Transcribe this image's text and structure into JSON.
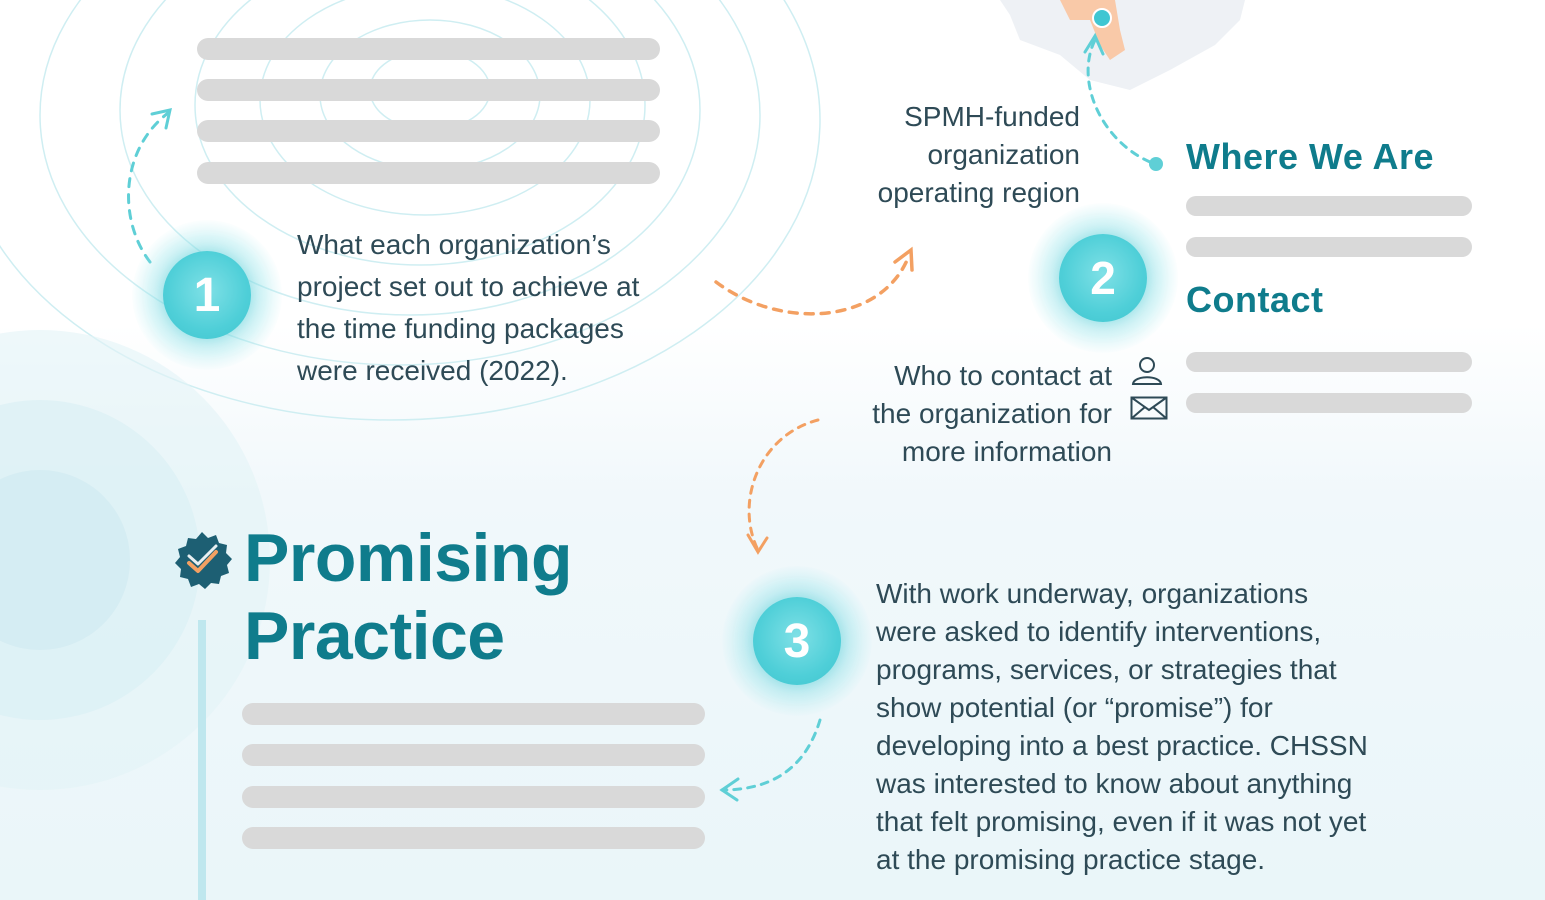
{
  "steps": {
    "one": {
      "number": "1",
      "text": "What each organization’s\nproject set out to achieve at\nthe time funding packages\nwere received (2022)."
    },
    "two": {
      "number": "2",
      "map_note": "SPMH-funded\norganization\noperating region",
      "contact_note": "Who to contact at\nthe organization for\nmore information"
    },
    "three": {
      "number": "3",
      "text": "With work underway, organizations\nwere asked to identify interventions,\nprograms, services, or strategies that\nshow potential (or “promise”) for\ndeveloping into a best practice. CHSSN\nwas interested to know about anything\nthat felt promising, even if it was not yet\nat the promising practice stage."
    }
  },
  "sections": {
    "where": {
      "title": "Where We Are"
    },
    "contact": {
      "title": "Contact"
    },
    "promising": {
      "title": "Promising\nPractice"
    }
  },
  "icons": {
    "person": "person-icon",
    "envelope": "envelope-icon",
    "badge": "check-badge-icon",
    "map": "map-region-icon"
  },
  "colors": {
    "teal_heading": "#0f7c8c",
    "teal_circle": "#4fcfd8",
    "orange_arrow": "#f3a062",
    "teal_arrow": "#5fcfd6",
    "placeholder_bar": "#d9d9d9",
    "body_text": "#2e4a56"
  }
}
